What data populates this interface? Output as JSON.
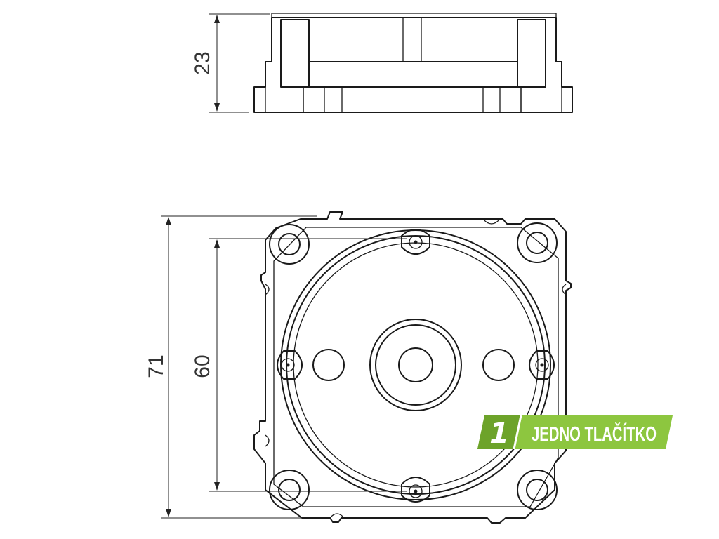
{
  "dimensions": {
    "height": "23",
    "outer_width": "71",
    "mounting_spacing": "60"
  },
  "badge": {
    "number": "1",
    "label": "JEDNO TLAČÍTKO",
    "color": "#8dc63f",
    "dark_color": "#6da32a"
  }
}
